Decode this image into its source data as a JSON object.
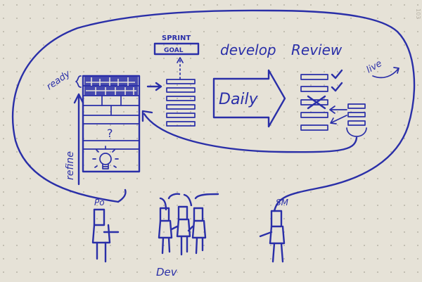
{
  "notebook": {
    "page_number": "103",
    "paper_color": "#e6e2d7",
    "ink_color": "#2a2fa8"
  },
  "labels": {
    "sprint_goal_line1": "SPRINT",
    "sprint_goal_line2": "GOAL",
    "develop": "develop",
    "review": "Review",
    "live": "live",
    "ready": "ready",
    "refine": "refine",
    "daily": "Daily",
    "unknown_mark": "?",
    "po": "Po",
    "sm": "SM",
    "dev": "Dev"
  },
  "icons": {
    "sprint_goal_arrow": "dotted-up-arrow",
    "idea": "lightbulb-icon",
    "review_done": "checkmark-icon",
    "review_rejected": "cross-icon",
    "released": "curly-arrow-icon"
  }
}
